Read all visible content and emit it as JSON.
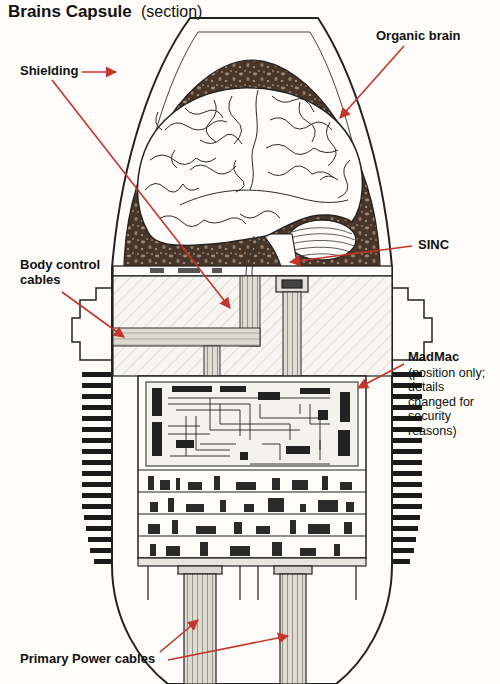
{
  "diagram": {
    "title": "Brains Capsule",
    "labels": [
      "(section)",
      "Shielding",
      "Organic brain",
      "Body control cables",
      "SINC",
      "MadMac",
      "(position only; details changed for security reasons)",
      "Primary Power cables"
    ]
  }
}
